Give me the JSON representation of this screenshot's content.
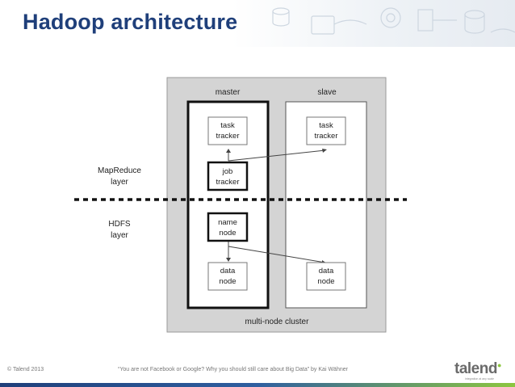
{
  "slide": {
    "title": "Hadoop architecture"
  },
  "diagram": {
    "columns": {
      "master": "master",
      "slave": "slave"
    },
    "layers": {
      "mapreduce": [
        "MapReduce",
        "layer"
      ],
      "hdfs": [
        "HDFS",
        "layer"
      ]
    },
    "nodes": {
      "master_task_tracker": [
        "task",
        "tracker"
      ],
      "slave_task_tracker": [
        "task",
        "tracker"
      ],
      "job_tracker": [
        "job",
        "tracker"
      ],
      "name_node": [
        "name",
        "node"
      ],
      "master_data_node": [
        "data",
        "node"
      ],
      "slave_data_node": [
        "data",
        "node"
      ]
    },
    "cluster_label": "multi-node cluster"
  },
  "footer": {
    "copyright": "© Talend 2013",
    "quote": "“You are not Facebook or Google? Why you should still care about Big Data” by Kai Wähner",
    "logo_text": "talend",
    "logo_tagline": "integration at any scale"
  },
  "colors": {
    "title": "#1f3f7a",
    "cluster_bg": "#d4d4d4",
    "logo_green": "#8cc63f"
  }
}
